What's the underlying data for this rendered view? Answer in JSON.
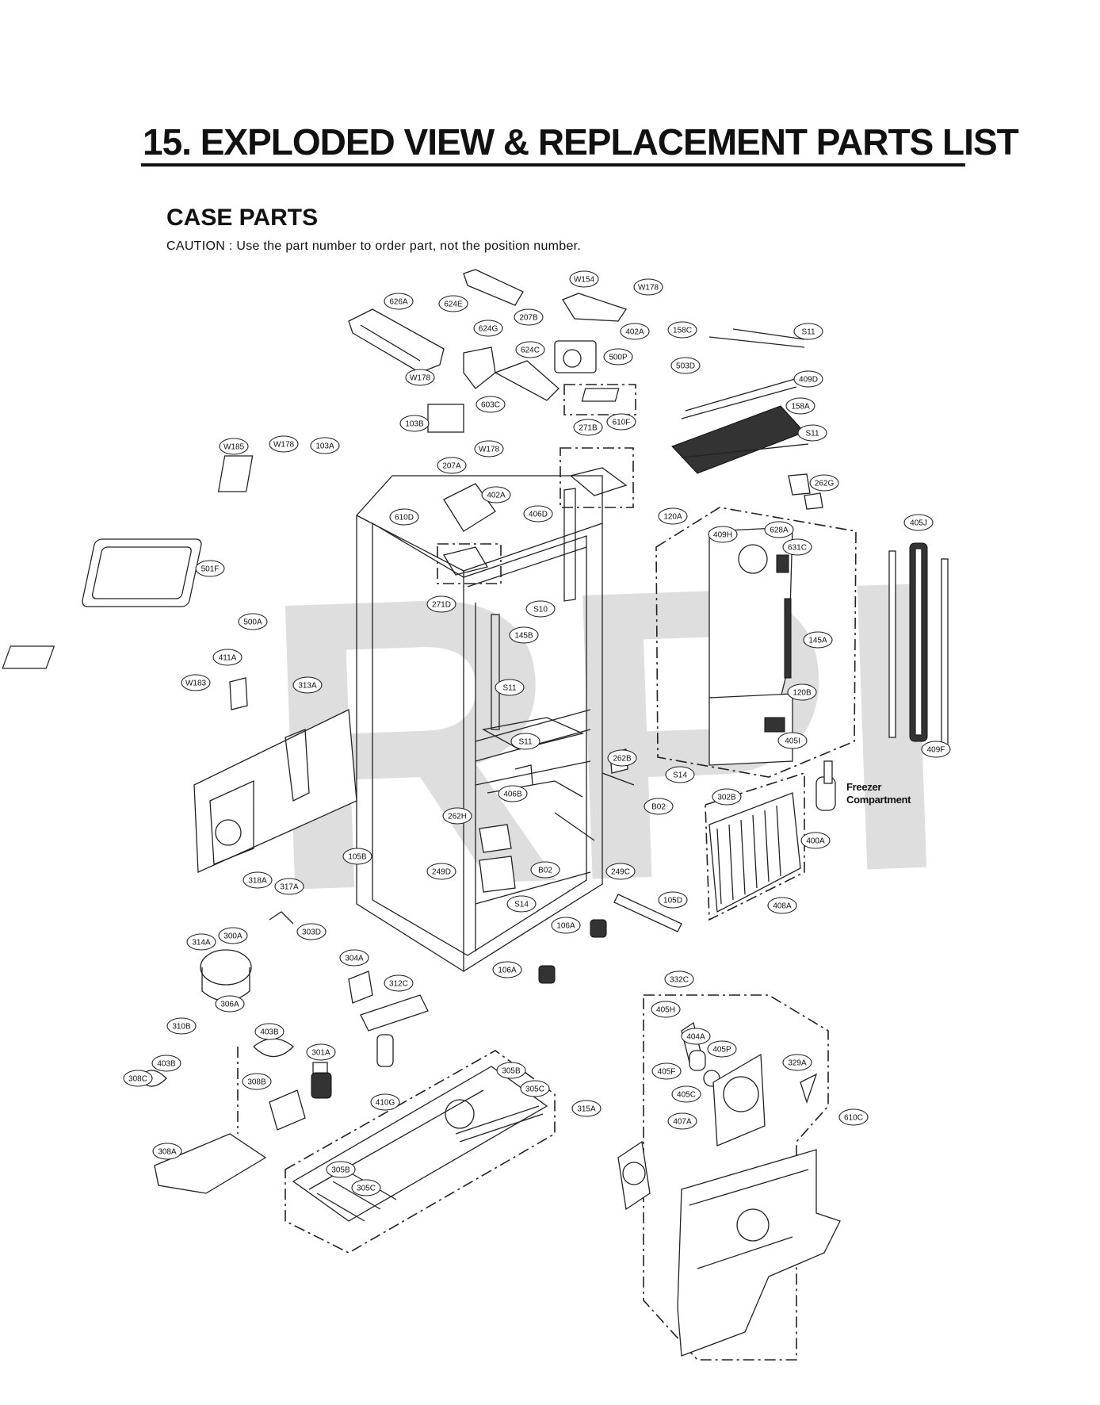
{
  "page": {
    "title": "15. EXPLODED VIEW & REPLACEMENT PARTS LIST",
    "section_title": "CASE PARTS",
    "caution": "CAUTION : Use the part number to order part, not the position number.",
    "watermark": "RPI",
    "freezer_label_line1": "Freezer",
    "freezer_label_line2": "Compartment"
  },
  "labels": [
    "626A",
    "624E",
    "W154",
    "W178",
    "207B",
    "402A",
    "158C",
    "S11",
    "624G",
    "624C",
    "500P",
    "503D",
    "409D",
    "158A",
    "W178",
    "603C",
    "103B",
    "610F",
    "271B",
    "S11",
    "W185",
    "W178",
    "103A",
    "W178",
    "207A",
    "402A",
    "262G",
    "610D",
    "406D",
    "120A",
    "405J",
    "409H",
    "628A",
    "631C",
    "501F",
    "271D",
    "S10",
    "145B",
    "145A",
    "500A",
    "411A",
    "W183",
    "313A",
    "S11",
    "120B",
    "S11",
    "405I",
    "409F",
    "262B",
    "S14",
    "406B",
    "302B",
    "262H",
    "B02",
    "400A",
    "105B",
    "249D",
    "B02",
    "249C",
    "318A",
    "317A",
    "S14",
    "105D",
    "106A",
    "408A",
    "314A",
    "300A",
    "303D",
    "304A",
    "106A",
    "332C",
    "310B",
    "306A",
    "312C",
    "405H",
    "404A",
    "403B",
    "403B",
    "301A",
    "405P",
    "329A",
    "308C",
    "308B",
    "305B",
    "405F",
    "410G",
    "305C",
    "405C",
    "315A",
    "407A",
    "610C",
    "308A",
    "305B",
    "305C"
  ]
}
